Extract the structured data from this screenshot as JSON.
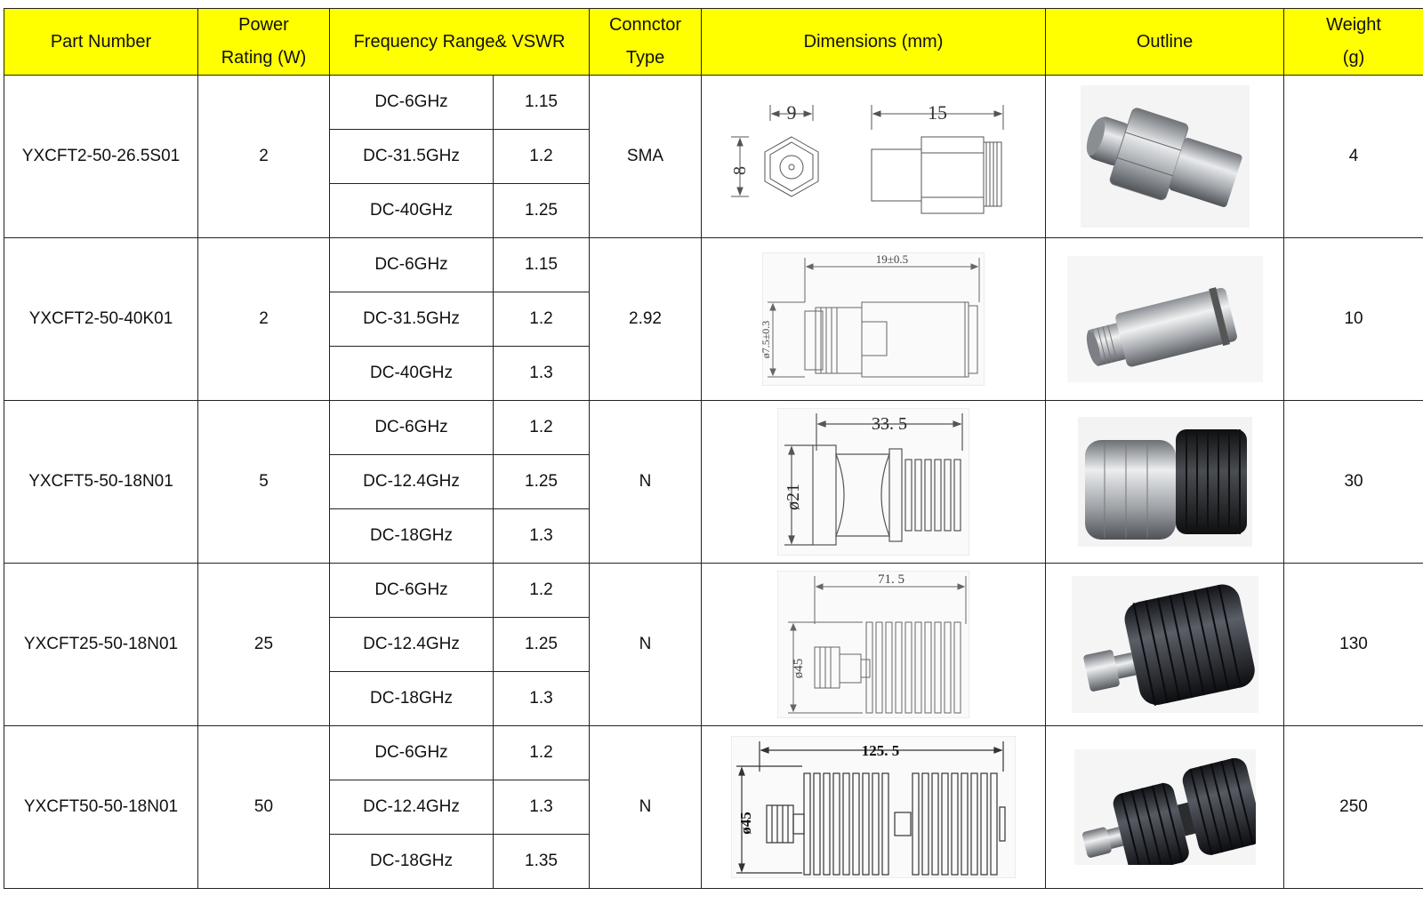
{
  "headers": {
    "part_number": "Part Number",
    "power_rating_line1": "Power",
    "power_rating_line2": "Rating (W)",
    "frequency": "Frequency Range& VSWR",
    "connector_line1": "Connctor",
    "connector_line2": "Type",
    "dimensions": "Dimensions (mm)",
    "outline": "Outline",
    "weight_line1": "Weight",
    "weight_line2": "(g)"
  },
  "rows": [
    {
      "part_number": "YXCFT2-50-26.5S01",
      "power": "2",
      "connector": "SMA",
      "weight": "4",
      "dims": [
        "9",
        "15",
        "8"
      ],
      "bands": [
        {
          "freq": "DC-6GHz",
          "vswr": "1.15"
        },
        {
          "freq": "DC-31.5GHz",
          "vswr": "1.2"
        },
        {
          "freq": "DC-40GHz",
          "vswr": "1.25"
        }
      ]
    },
    {
      "part_number": "YXCFT2-50-40K01",
      "power": "2",
      "connector": "2.92",
      "weight": "10",
      "dims": [
        "19±0.5",
        "ø7.5±0.3"
      ],
      "bands": [
        {
          "freq": "DC-6GHz",
          "vswr": "1.15"
        },
        {
          "freq": "DC-31.5GHz",
          "vswr": "1.2"
        },
        {
          "freq": "DC-40GHz",
          "vswr": "1.3"
        }
      ]
    },
    {
      "part_number": "YXCFT5-50-18N01",
      "power": "5",
      "connector": "N",
      "weight": "30",
      "dims": [
        "33. 5",
        "ø21"
      ],
      "bands": [
        {
          "freq": "DC-6GHz",
          "vswr": "1.2"
        },
        {
          "freq": "DC-12.4GHz",
          "vswr": "1.25"
        },
        {
          "freq": "DC-18GHz",
          "vswr": "1.3"
        }
      ]
    },
    {
      "part_number": "YXCFT25-50-18N01",
      "power": "25",
      "connector": "N",
      "weight": "130",
      "dims": [
        "71. 5",
        "ø45"
      ],
      "bands": [
        {
          "freq": "DC-6GHz",
          "vswr": "1.2"
        },
        {
          "freq": "DC-12.4GHz",
          "vswr": "1.25"
        },
        {
          "freq": "DC-18GHz",
          "vswr": "1.3"
        }
      ]
    },
    {
      "part_number": "YXCFT50-50-18N01",
      "power": "50",
      "connector": "N",
      "weight": "250",
      "dims": [
        "125. 5",
        "ø45"
      ],
      "bands": [
        {
          "freq": "DC-6GHz",
          "vswr": "1.2"
        },
        {
          "freq": "DC-12.4GHz",
          "vswr": "1.3"
        },
        {
          "freq": "DC-18GHz",
          "vswr": "1.35"
        }
      ]
    }
  ],
  "colors": {
    "header_bg": "#ffff00",
    "border": "#222222",
    "drawing_line": "#555555",
    "metal_light": "#e4e6e8",
    "metal_dark": "#6f7378",
    "black_body": "#1c1e22"
  }
}
